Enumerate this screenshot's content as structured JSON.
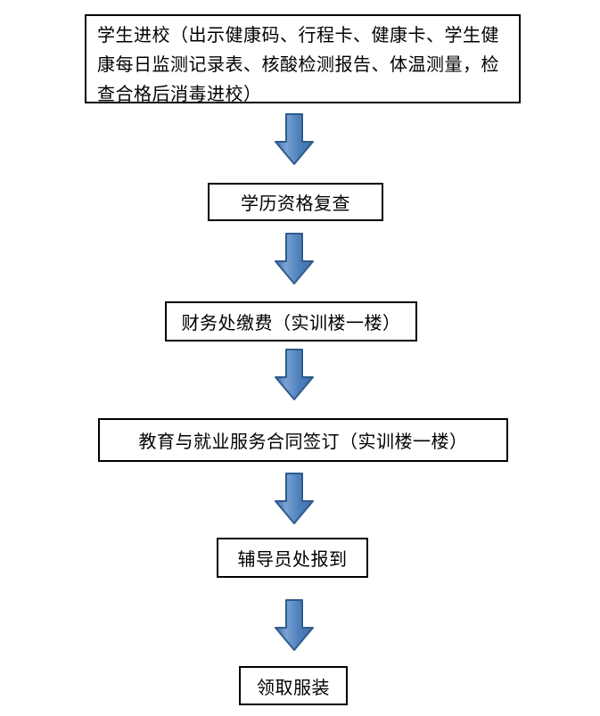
{
  "flowchart": {
    "title": "student-registration-flow",
    "steps": [
      {
        "name": "student-entry",
        "label": "学生进校（出示健康码、行程卡、健康卡、学生健康每日监测记录表、核酸检测报告、体温测量，检查合格后消毒进校）"
      },
      {
        "name": "qualification-recheck",
        "label": "学历资格复查"
      },
      {
        "name": "finance-payment",
        "label": "财务处缴费（实训楼一楼）"
      },
      {
        "name": "contract-signing",
        "label": "教育与就业服务合同签订（实训楼一楼）"
      },
      {
        "name": "counselor-checkin",
        "label": "辅导员处报到"
      },
      {
        "name": "uniform-pickup",
        "label": "领取服装"
      }
    ],
    "colors": {
      "background": "#ffffff",
      "box_border": "#000000",
      "arrow_highlight": "#7ba2d4",
      "arrow_fill": "#4f81bd",
      "arrow_shade": "#3c6ea5",
      "arrow_border": "#2f5b8b"
    }
  }
}
